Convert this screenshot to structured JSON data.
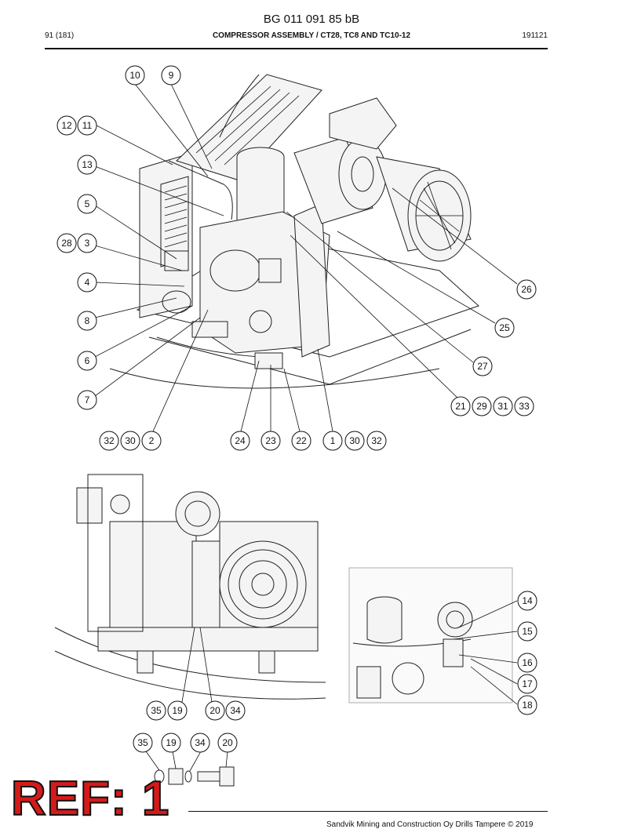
{
  "header": {
    "document_number": "BG 011 091 85 bB",
    "page": "91 (181)",
    "title": "COMPRESSOR ASSEMBLY / CT28, TC8 AND TC10-12",
    "date_code": "191121"
  },
  "callouts": {
    "main_view": [
      "10",
      "9",
      "12",
      "11",
      "13",
      "5",
      "28",
      "3",
      "4",
      "8",
      "6",
      "7",
      "26",
      "25",
      "27",
      "21",
      "29",
      "31",
      "33",
      "32",
      "30",
      "2",
      "24",
      "23",
      "22",
      "1",
      "30",
      "32"
    ],
    "side_view": [
      "35",
      "19",
      "20",
      "34"
    ],
    "detail_view": [
      "14",
      "15",
      "16",
      "17",
      "18"
    ],
    "exploded_view": [
      "35",
      "19",
      "34",
      "20"
    ]
  },
  "stamp": {
    "text": "REF: 1",
    "color": "#d61a1a"
  },
  "footer": {
    "text": "Sandvik Mining and Construction Oy Drills Tampere © 2019"
  }
}
